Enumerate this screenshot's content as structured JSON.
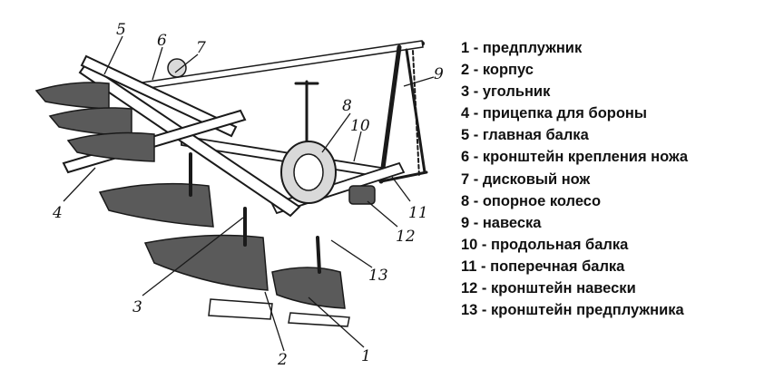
{
  "legend": [
    "1 - предплужник",
    "2 - корпус",
    "3 - угольник",
    "4 - прицепка для бороны",
    "5 - главная балка",
    "6 - кронштейн крепления ножа",
    "7 - дисковый нож",
    "8 - опорное колесо",
    "9 - навеска",
    "10 - продольная балка",
    "11 - поперечная балка",
    "12 - кронштейн навески",
    "13 - кронштейн предплужника"
  ],
  "callouts": [
    "5",
    "6",
    "7",
    "9",
    "8",
    "10",
    "4",
    "11",
    "12",
    "13",
    "3",
    "2",
    "1"
  ]
}
